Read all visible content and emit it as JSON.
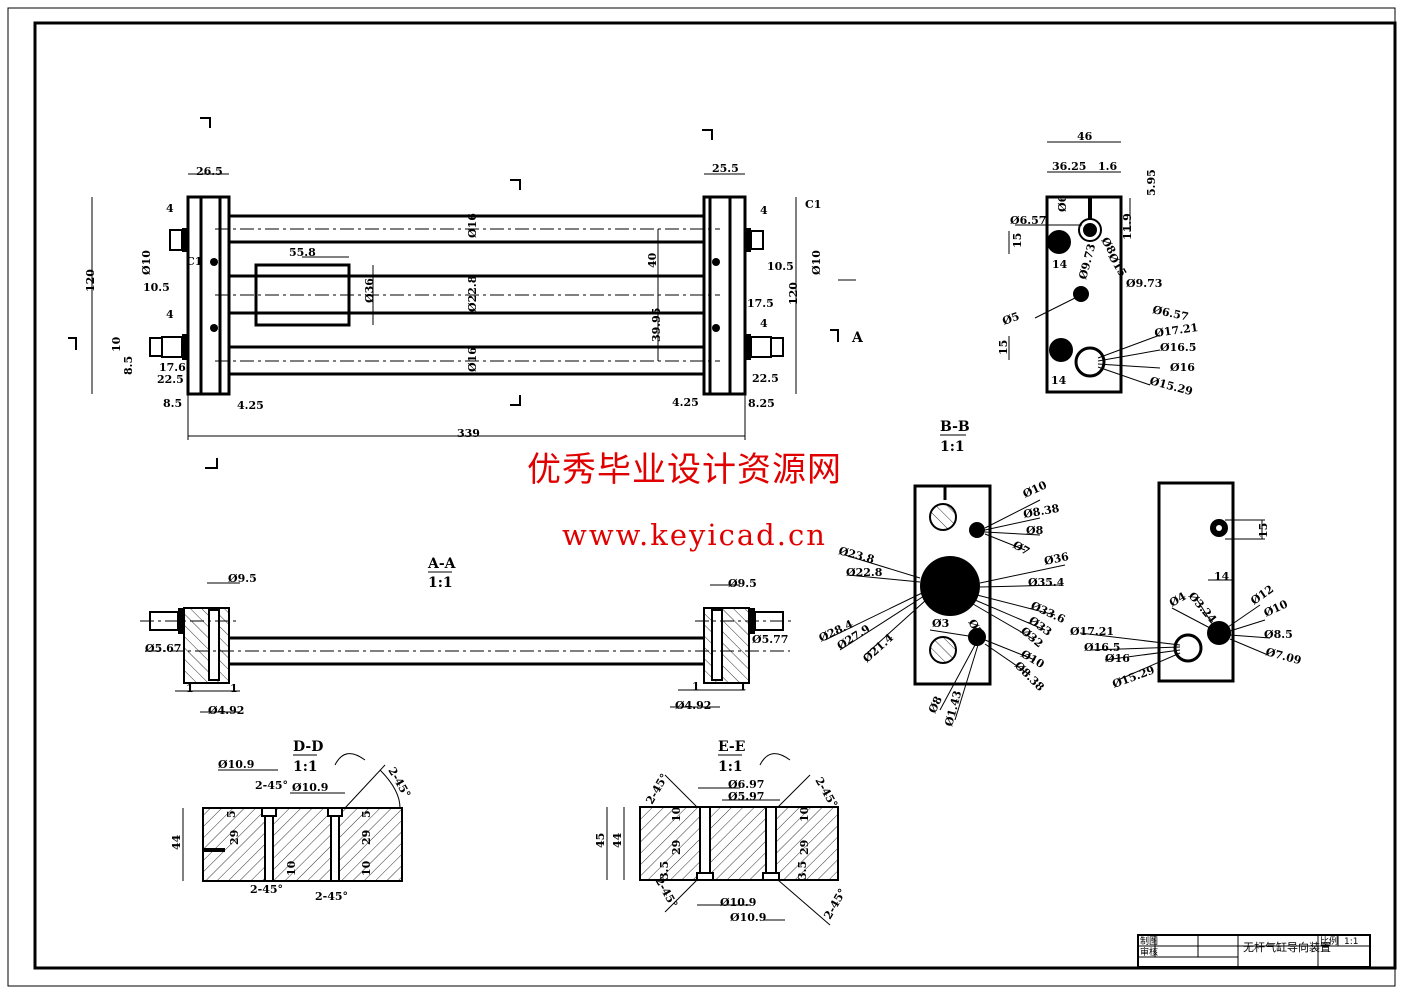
{
  "drawing": {
    "title_block": {
      "drawn_label": "制图",
      "checked_label": "审核",
      "part_name": "无杆气缸导向装置",
      "scale_label": "比例",
      "scale_value": "1:1"
    },
    "watermark": {
      "line1": "优秀毕业设计资源网",
      "line2": "www.keyicad.cn"
    },
    "section_marks": {
      "A": "A"
    },
    "front_view": {
      "dims": {
        "left_width": "26.5",
        "right_width": "25.5",
        "height_left": "120",
        "height_right": "120",
        "chamfer_left": "C1",
        "chamfer_right": "C1",
        "d10_left": "Ø10",
        "d10_right": "Ø10",
        "dim_4_a": "4",
        "dim_4_b": "4",
        "dim_4_c": "4",
        "dim_4_d": "4",
        "dim_10_5_left": "10.5",
        "dim_10_5_right": "10.5",
        "dim_10": "10",
        "dim_8_5_a": "8.5",
        "dim_17_6": "17.6",
        "dim_22_5_left": "22.5",
        "dim_17_5": "17.5",
        "dim_22_5_right": "22.5",
        "dim_8_5_b": "8.5",
        "dim_4_25_left": "4.25",
        "dim_4_25_right": "4.25",
        "dim_8_25": "8.25",
        "overall_length": "339",
        "piston_length": "55.8",
        "piston_dia": "Ø36",
        "rod_top": "Ø16",
        "rod_mid": "Ø22.8",
        "rod_bottom": "Ø16",
        "spacing_40": "40",
        "spacing_39_95": "39.95"
      }
    },
    "side_view": {
      "dims": {
        "width": "46",
        "d36_25": "36.25",
        "d1_6": "1.6",
        "d5_95": "5.95",
        "d6": "Ø6",
        "d11_9": "11.9",
        "d6_57_a": "Ø6.57",
        "d8": "Ø8",
        "d15": "Ø15",
        "d9_73_a": "Ø9.73",
        "d9_73_b": "Ø9.73",
        "d6_57_b": "Ø6.57",
        "d5": "Ø5",
        "h15_a": "15",
        "w14_a": "14",
        "h15_b": "15",
        "w14_b": "14",
        "d17_21": "Ø17.21",
        "d16_5": "Ø16.5",
        "d16": "Ø16",
        "d15_29": "Ø15.29"
      }
    },
    "section_bb": {
      "title": "B-B",
      "scale": "1:1",
      "dims": {
        "d10_a": "Ø10",
        "d8_38_a": "Ø8.38",
        "d8": "Ø8",
        "d7": "Ø7",
        "d36": "Ø36",
        "d35_4": "Ø35.4",
        "d33_6": "Ø33.6",
        "d33": "Ø33",
        "d32": "Ø32",
        "d10_b": "Ø10",
        "d8_38_b": "Ø8.38",
        "d23_8": "Ø23.8",
        "d22_8": "Ø22.8",
        "d28_4": "Ø28.4",
        "d27_9": "Ø27.9",
        "d21_4": "Ø21.4",
        "d3": "Ø3",
        "d2": "Ø2",
        "d8_b": "Ø8",
        "d1_43": "Ø1.43"
      }
    },
    "right_block": {
      "dims": {
        "h15": "15",
        "w14": "14",
        "d4": "Ø4",
        "d3_24": "Ø3.24",
        "d12": "Ø12",
        "d10": "Ø10",
        "d8_5": "Ø8.5",
        "d7_09": "Ø7.09",
        "d17_21": "Ø17.21",
        "d16_5": "Ø16.5",
        "d16": "Ø16",
        "d15_29": "Ø15.29"
      }
    },
    "section_aa": {
      "title": "A-A",
      "scale": "1:1",
      "dims": {
        "d9_5_left": "Ø9.5",
        "d9_5_right": "Ø9.5",
        "d5_67": "Ø5.67",
        "d5_77": "Ø5.77",
        "d4_92_left": "Ø4.92",
        "d4_92_right": "Ø4.92",
        "one_a": "1",
        "one_b": "1",
        "one_c": "1",
        "one_d": "1"
      }
    },
    "section_dd": {
      "title": "D-D",
      "scale": "1:1",
      "dims": {
        "d10_9_a": "Ø10.9",
        "d10_9_b": "Ø10.9",
        "chamfer_a": "2-45°",
        "chamfer_b": "2-45°",
        "chamfer_c": "2-45°",
        "chamfer_d": "2-45°",
        "h44": "44",
        "v5_a": "5",
        "v5_b": "5",
        "v29_a": "29",
        "v29_b": "29",
        "v10_a": "10",
        "v10_b": "10"
      }
    },
    "section_ee": {
      "title": "E-E",
      "scale": "1:1",
      "dims": {
        "d6_97": "Ø6.97",
        "d5_97": "Ø5.97",
        "d10_9_a": "Ø10.9",
        "d10_9_b": "Ø10.9",
        "chamfer_a": "2-45°",
        "chamfer_b": "2-45°",
        "chamfer_c": "2-45°",
        "chamfer_d": "2-45°",
        "h45": "45",
        "h44": "44",
        "v10_a": "10",
        "v10_b": "10",
        "v29_a": "29",
        "v29_b": "29",
        "v3_5_a": "3.5",
        "v3_5_b": "3.5"
      }
    }
  }
}
